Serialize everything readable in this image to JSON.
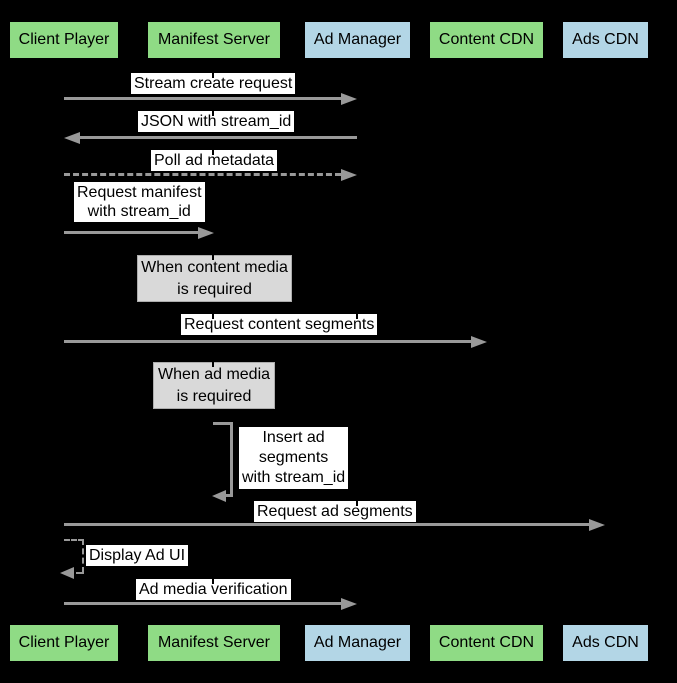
{
  "diagram": {
    "type": "sequence-diagram",
    "colors": {
      "background": "#000000",
      "entity_green": "#8fdb85",
      "entity_blue": "#b3d6e6",
      "arrow_gray": "#999999",
      "note_gray": "#d9d9d9",
      "label_background": "#ffffff",
      "text": "#000000"
    },
    "entities": [
      {
        "id": "client-player",
        "label": "Client Player",
        "color": "green"
      },
      {
        "id": "manifest-server",
        "label": "Manifest Server",
        "color": "green"
      },
      {
        "id": "ad-manager",
        "label": "Ad Manager",
        "color": "blue"
      },
      {
        "id": "content-cdn",
        "label": "Content CDN",
        "color": "green"
      },
      {
        "id": "ads-cdn",
        "label": "Ads CDN",
        "color": "blue"
      }
    ],
    "messages": [
      {
        "label": "Stream create request",
        "from": "Client Player",
        "to": "Ad Manager",
        "line": "solid",
        "self": false
      },
      {
        "label": "JSON with stream_id",
        "from": "Ad Manager",
        "to": "Client Player",
        "line": "solid",
        "self": false
      },
      {
        "label": "Poll ad metadata",
        "from": "Client Player",
        "to": "Ad Manager",
        "line": "dashed",
        "self": false
      },
      {
        "label": "Request manifest\nwith stream_id",
        "from": "Client Player",
        "to": "Manifest Server",
        "line": "solid",
        "self": false
      },
      {
        "label": "Request content segments",
        "from": "Client Player",
        "to": "Content CDN",
        "line": "solid",
        "self": false
      },
      {
        "label": "Insert ad\nsegments\nwith stream_id",
        "from": "Manifest Server",
        "to": "Manifest Server",
        "line": "solid",
        "self": true
      },
      {
        "label": "Request ad segments",
        "from": "Client Player",
        "to": "Ads CDN",
        "line": "solid",
        "self": false
      },
      {
        "label": "Display Ad UI",
        "from": "Client Player",
        "to": "Client Player",
        "line": "dashed",
        "self": true
      },
      {
        "label": "Ad media verification",
        "from": "Client Player",
        "to": "Ad Manager",
        "line": "solid",
        "self": false
      }
    ],
    "notes": [
      {
        "label": "When content media\nis required"
      },
      {
        "label": "When ad media\nis required"
      }
    ]
  }
}
